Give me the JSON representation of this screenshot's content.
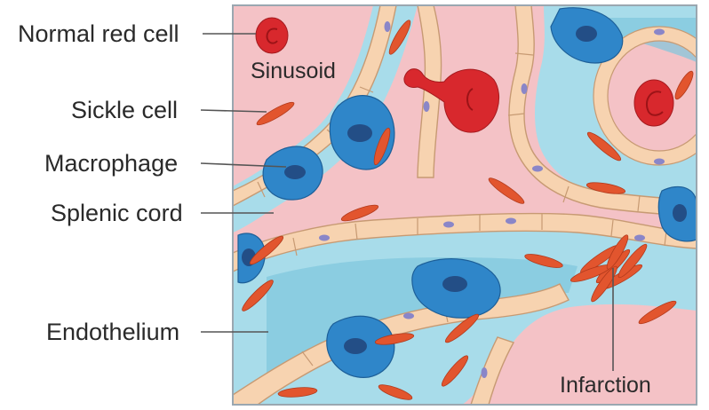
{
  "labels": {
    "normal_red_cell": "Normal red cell",
    "sinusoid": "Sinusoid",
    "sickle_cell": "Sickle cell",
    "macrophage": "Macrophage",
    "splenic_cord": "Splenic cord",
    "endothelium": "Endothelium",
    "infarction": "Infarction"
  },
  "colors": {
    "sinusoid_lumen": "#f4c2c6",
    "splenic_cord": "#a8dcea",
    "cord_dark": "#7fc6dd",
    "endothelium": "#f7d3b0",
    "macrophage": "#2f86c9",
    "sickle_cell": "#e2552e",
    "normal_red_cell": "#d8282d"
  }
}
